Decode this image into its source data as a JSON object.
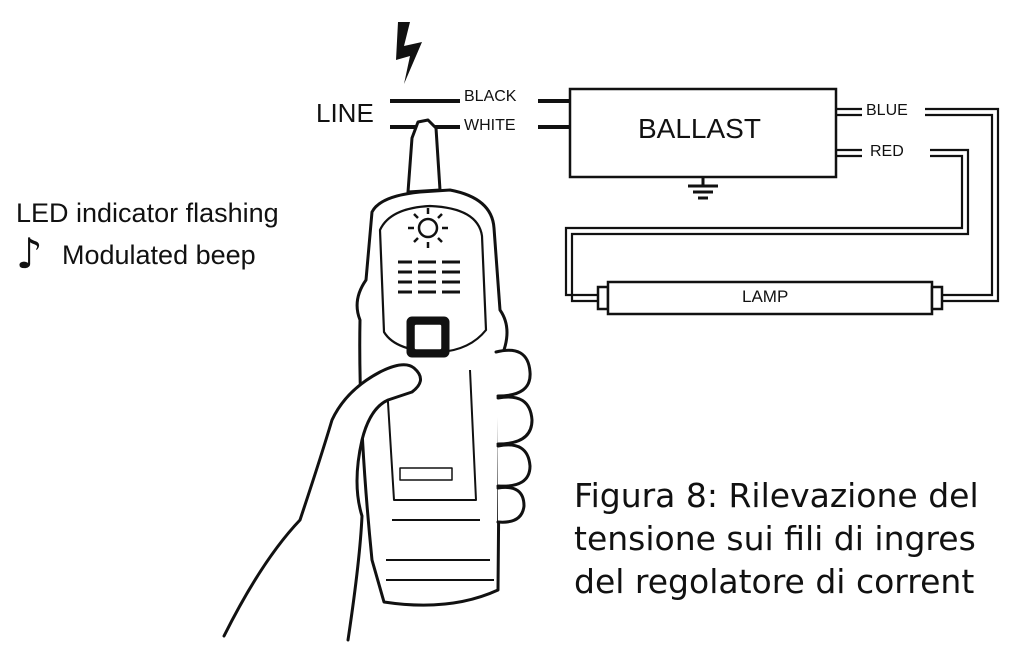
{
  "diagram": {
    "line_label": "LINE",
    "wire_black": "BLACK",
    "wire_white": "WHITE",
    "wire_blue": "BLUE",
    "wire_red": "RED",
    "ballast_label": "BALLAST",
    "lamp_label": "LAMP",
    "led_text": "LED indicator flashing",
    "beep_text": "Modulated beep",
    "icons": [
      "lightning-bolt-icon",
      "ground-symbol-icon",
      "music-note-icon",
      "led-glow-icon"
    ]
  },
  "caption": {
    "line1": "Figura 8: Rilevazione del",
    "line2": "tensione sui fili di ingres",
    "line3": "del regolatore di corrent"
  }
}
